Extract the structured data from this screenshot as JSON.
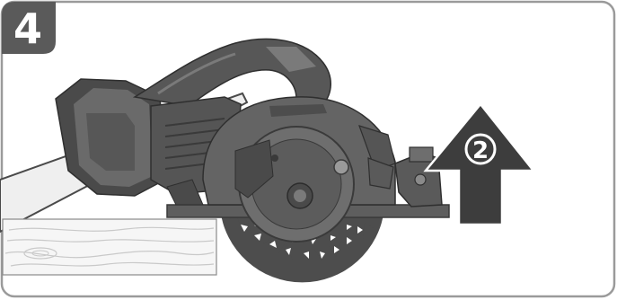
{
  "step": {
    "number": "4"
  },
  "callout": {
    "number": "2"
  },
  "colors": {
    "frame": "#9a9a9a",
    "badge": "#5a5a5a",
    "saw_body": "#5d5d5d",
    "saw_dark": "#3b3b3b",
    "saw_light": "#7a7a7a",
    "blade_guard": "#6a6a6a",
    "arrow": "#3d3d3d",
    "board": "#f6f6f6",
    "board_grain": "#c9c9c9",
    "beam": "#e9e9e9"
  },
  "icons": [
    "step-badge",
    "up-arrow-icon",
    "circular-saw-illustration",
    "wood-board-illustration",
    "blade-teeth"
  ]
}
